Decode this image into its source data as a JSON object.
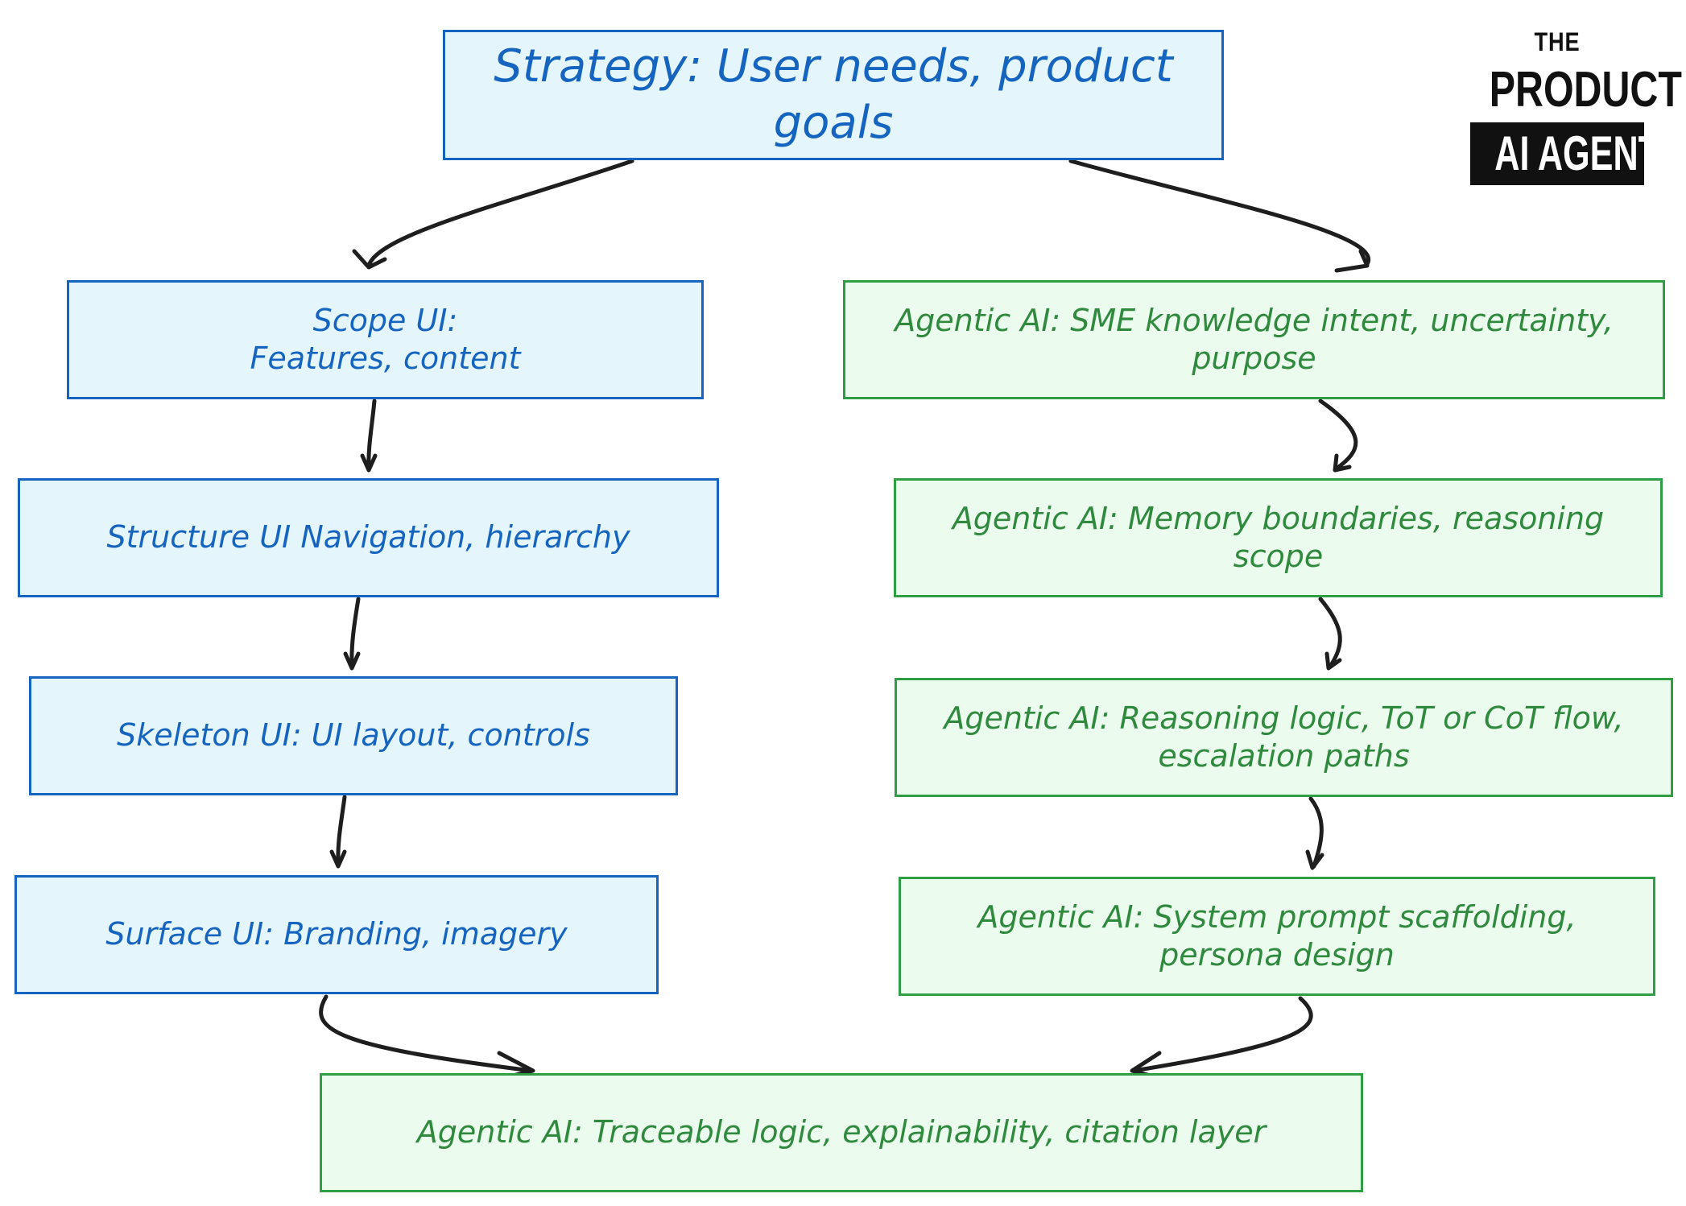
{
  "diagram": {
    "nodes": {
      "strategy": "Strategy: User needs, product\ngoals",
      "scope": "Scope UI:\nFeatures, content",
      "structure": "Structure UI Navigation, hierarchy",
      "skeleton": "Skeleton UI: UI layout, controls",
      "surface": "Surface UI: Branding, imagery",
      "sme": "Agentic AI: SME knowledge intent, uncertainty,\npurpose",
      "memory": "Agentic AI: Memory boundaries, reasoning scope",
      "reasoning": "Agentic AI: Reasoning logic, ToT or CoT flow,\nescalation paths",
      "system_prompt": "Agentic AI: System prompt scaffolding,\npersona design",
      "traceable": "Agentic AI: Traceable logic, explainability, citation layer"
    },
    "edges": [
      {
        "from": "strategy",
        "to": "scope"
      },
      {
        "from": "strategy",
        "to": "sme"
      },
      {
        "from": "scope",
        "to": "structure"
      },
      {
        "from": "structure",
        "to": "skeleton"
      },
      {
        "from": "skeleton",
        "to": "surface"
      },
      {
        "from": "sme",
        "to": "memory"
      },
      {
        "from": "memory",
        "to": "reasoning"
      },
      {
        "from": "reasoning",
        "to": "system_prompt"
      },
      {
        "from": "surface",
        "to": "traceable"
      },
      {
        "from": "system_prompt",
        "to": "traceable"
      }
    ],
    "colors": {
      "ui_stroke": "#1565c0",
      "ui_fill": "#e4f5fc",
      "ai_stroke": "#2f9e44",
      "ai_fill": "#ebfbee",
      "arrow": "#1e1e1e"
    }
  },
  "logo": {
    "line1": "THE",
    "line2": "PRODUCT",
    "line3": "AI AGENT"
  }
}
